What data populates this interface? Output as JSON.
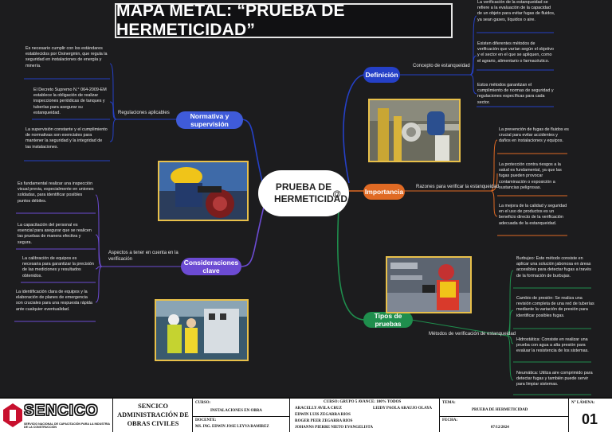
{
  "title": "MAPA METAL: “PRUEBA DE HERMETICIDAD”",
  "center": {
    "line1": "PRUEBA DE",
    "line2": "HERMETICIDAD",
    "icon": "@"
  },
  "colors": {
    "blue": "#2540c7",
    "orange": "#e06a24",
    "green": "#1f8e4d",
    "purple": "#6c4bd3",
    "photo_border": "#e8c04a"
  },
  "branches": {
    "definicion": {
      "label": "Definición",
      "link": "Concepto de estanqueidad",
      "notes": [
        "La verificación de la estanqueidad se refiere a la evaluación de la capacidad de un objeto para evitar fugas de fluidos, ya sean gases, líquidos o aire.",
        "Existen diferentes métodos de verificación que varían según el objetivo y el sector en el que se apliquen, como el agrario, alimentario o farmacéutico.",
        "Estos métodos garantizan el cumplimiento de normas de seguridad y regulaciones específicas para cada sector."
      ]
    },
    "importancia": {
      "label": "Importancia",
      "link": "Razones para verificar la estanqueidad",
      "notes": [
        "La prevención de fugas de fluidos es crucial para evitar accidentes y daños en instalaciones y equipos.",
        "La protección contra riesgos a la salud es fundamental, ya que las fugas pueden provocar contaminación o exposición a sustancias peligrosas.",
        "La mejora de la calidad y seguridad en el uso de productos es un beneficio directo de la verificación adecuada de la estanqueidad."
      ]
    },
    "tipos": {
      "label": "Tipos de pruebas",
      "link": "Métodos de verificación de estanqueidad",
      "notes": [
        "Burbujeo: Este método consiste en aplicar una solución jabonosa en áreas accesibles para detectar fugas a través de la formación de burbujas.",
        "Cambio de presión: Se realiza una revisión completa de una red de tuberías mediante la variación de presión para identificar posibles fugas.",
        "Hidrostática: Consiste en realizar una prueba con agua a alta presión para evaluar la resistencia de los sistemas.",
        "Neumática: Utiliza aire comprimido para detectar fugas y también puede servir para limpiar sistemas."
      ]
    },
    "normativa": {
      "label": "Normativa y supervisión",
      "link": "Regulaciones aplicables",
      "notes": [
        "Es necesario cumplir con los estándares establecidos por Osinergmin, que regula la seguridad en instalaciones de energía y minería.",
        "El Decreto Supremo N.° 064-2009-EM establece la obligación de realizar inspecciones periódicas de tanques y tuberías para asegurar su estanqueidad.",
        "La supervisión constante y el cumplimiento de normativas son esenciales para mantener la seguridad y la integridad de las instalaciones."
      ]
    },
    "consideraciones": {
      "label": "Consideraciones clave",
      "link": "Aspectos a tener en cuenta en la verificación",
      "notes": [
        "Es fundamental realizar una inspección visual previa, especialmente en uniones soldadas, para identificar posibles puntos débiles.",
        "La capacitación del personal es esencial para asegurar que se realicen las pruebas de manera efectiva y segura.",
        "La calibración de equipos es necesaria para garantizar la precisión de las mediciones y resultados obtenidos.",
        "La identificación clara de equipos y la elaboración de planes de emergencia son cruciales para una respuesta rápida ante cualquier eventualidad."
      ]
    }
  },
  "footer": {
    "logo": "SENCICO",
    "logo_sub": "SERVICIO NACIONAL DE CAPACITACIÓN PARA LA INDUSTRIA DE LA CONSTRUCCIÓN",
    "institution": "SENCICO ADMINISTRACIÓN DE OBRAS CIVILES",
    "curso_label": "CURSO:",
    "curso": "INSTALACIONES EN OBRA",
    "docente_label": "DOCENTE:",
    "docente": "MS. ING. EDWIN JOSE LEYVA RAMIREZ",
    "grupo": "CURSO:  GRUPO 5   AVANCE: 100% TODOS",
    "members": [
      "ARACELLY AVILA CRUZ",
      "EDWIN LUIS ZEGARRA RIOS",
      "ROGER PEER ZEGARRA RIOS",
      "JOHANNS PIERRE NIETO EVANGELISTA",
      "LEIDY PAOLA ARAUJO OLAYA"
    ],
    "tema_label": "TEMA:",
    "tema": "PRUEBA DE HERMETICIDAD",
    "fecha_label": "FECHA:",
    "fecha": "07/12/2024",
    "lamina_label": "N° LÁMINA:",
    "lamina": "01"
  }
}
